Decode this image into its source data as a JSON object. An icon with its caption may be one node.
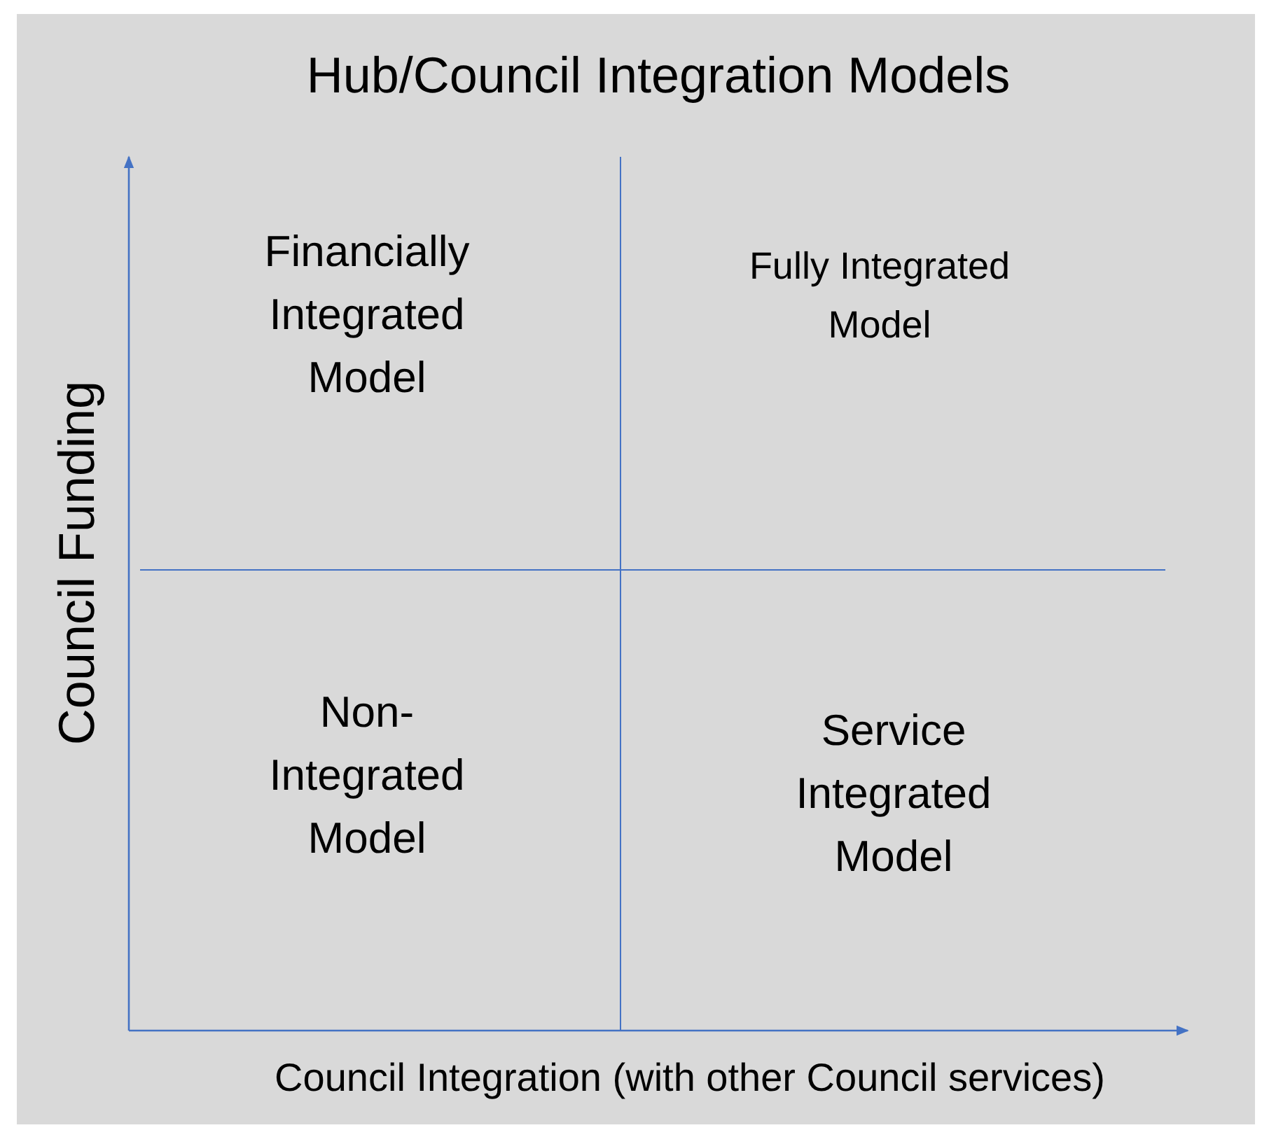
{
  "diagram": {
    "title": "Hub/Council Integration Models",
    "labels": [
      "Council Funding",
      "Financially Integrated Model",
      "Fully Integrated Model",
      "Non- Integrated Model",
      "Service Integrated Model",
      "Council Integration (with other Council services)"
    ]
  }
}
